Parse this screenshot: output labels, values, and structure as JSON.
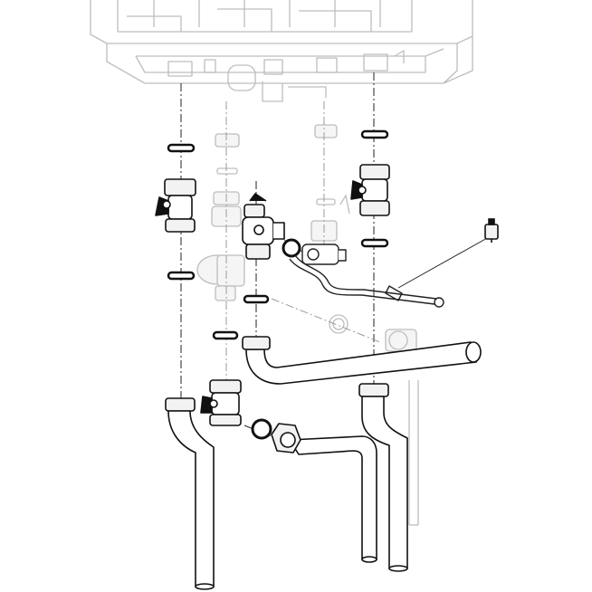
{
  "diagram": {
    "colors": {
      "background": "#ffffff",
      "active_stroke": "#111111",
      "ghost_stroke": "#bdbdbd",
      "fill_light": "#f2f2f2",
      "fill_white": "#ffffff",
      "ring_dark": "#111111"
    },
    "parts": [
      "boiler-base",
      "valve-left-upper",
      "valve-right-upper",
      "valve-center",
      "valve-lower",
      "pipe-horizontal-long",
      "pipe-left-bend",
      "pipe-center-bend",
      "pipe-right-bend",
      "pressure-relief-valve",
      "drain-hose",
      "sensor-plug"
    ]
  }
}
